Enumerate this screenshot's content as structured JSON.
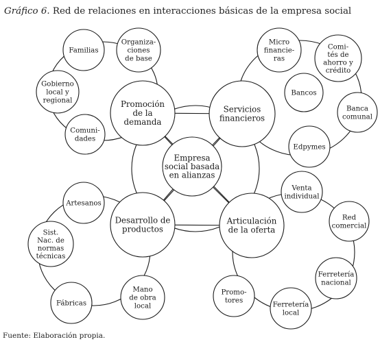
{
  "title": {
    "lead": "Gráfico 6.",
    "text": "Red de relaciones en interacciones básicas de la empresa social"
  },
  "source": "Fuente: Elaboración propia.",
  "nodes": [
    {
      "id": "empresa",
      "lines": [
        "Empresa",
        "social basada",
        "en alianzas"
      ]
    },
    {
      "id": "promocion",
      "lines": [
        "Promoción",
        "de la",
        "demanda"
      ]
    },
    {
      "id": "servicios",
      "lines": [
        "Servicios",
        "financieros"
      ]
    },
    {
      "id": "desarrollo",
      "lines": [
        "Desarrollo de",
        "productos"
      ]
    },
    {
      "id": "articulacion",
      "lines": [
        "Articulación",
        "de la oferta"
      ]
    },
    {
      "id": "familias",
      "lines": [
        "Familias"
      ]
    },
    {
      "id": "organizaciones",
      "lines": [
        "Organiza-",
        "ciones",
        "de base"
      ]
    },
    {
      "id": "gobierno",
      "lines": [
        "Gobierno",
        "local y",
        "regional"
      ]
    },
    {
      "id": "comunidades",
      "lines": [
        "Comuni-",
        "dades"
      ]
    },
    {
      "id": "microfinancieras",
      "lines": [
        "Micro",
        "financie-",
        "ras"
      ]
    },
    {
      "id": "comites",
      "lines": [
        "Comi-",
        "tés de",
        "ahorro y",
        "crédito"
      ]
    },
    {
      "id": "bancos",
      "lines": [
        "Bancos"
      ]
    },
    {
      "id": "banca",
      "lines": [
        "Banca",
        "comunal"
      ]
    },
    {
      "id": "edpymes",
      "lines": [
        "Edpymes"
      ]
    },
    {
      "id": "artesanos",
      "lines": [
        "Artesanos"
      ]
    },
    {
      "id": "sistema",
      "lines": [
        "Sist.",
        "Nac. de",
        "normas",
        "técnicas"
      ]
    },
    {
      "id": "fabricas",
      "lines": [
        "Fábricas"
      ]
    },
    {
      "id": "mano",
      "lines": [
        "Mano",
        "de obra",
        "local"
      ]
    },
    {
      "id": "venta",
      "lines": [
        "Venta",
        "individual"
      ]
    },
    {
      "id": "red",
      "lines": [
        "Red",
        "comercial"
      ]
    },
    {
      "id": "ferreteria_nacional",
      "lines": [
        "Ferretería",
        "nacional"
      ]
    },
    {
      "id": "ferreteria_local",
      "lines": [
        "Ferretería",
        "local"
      ]
    },
    {
      "id": "promotores",
      "lines": [
        "Promo-",
        "tores"
      ]
    }
  ]
}
